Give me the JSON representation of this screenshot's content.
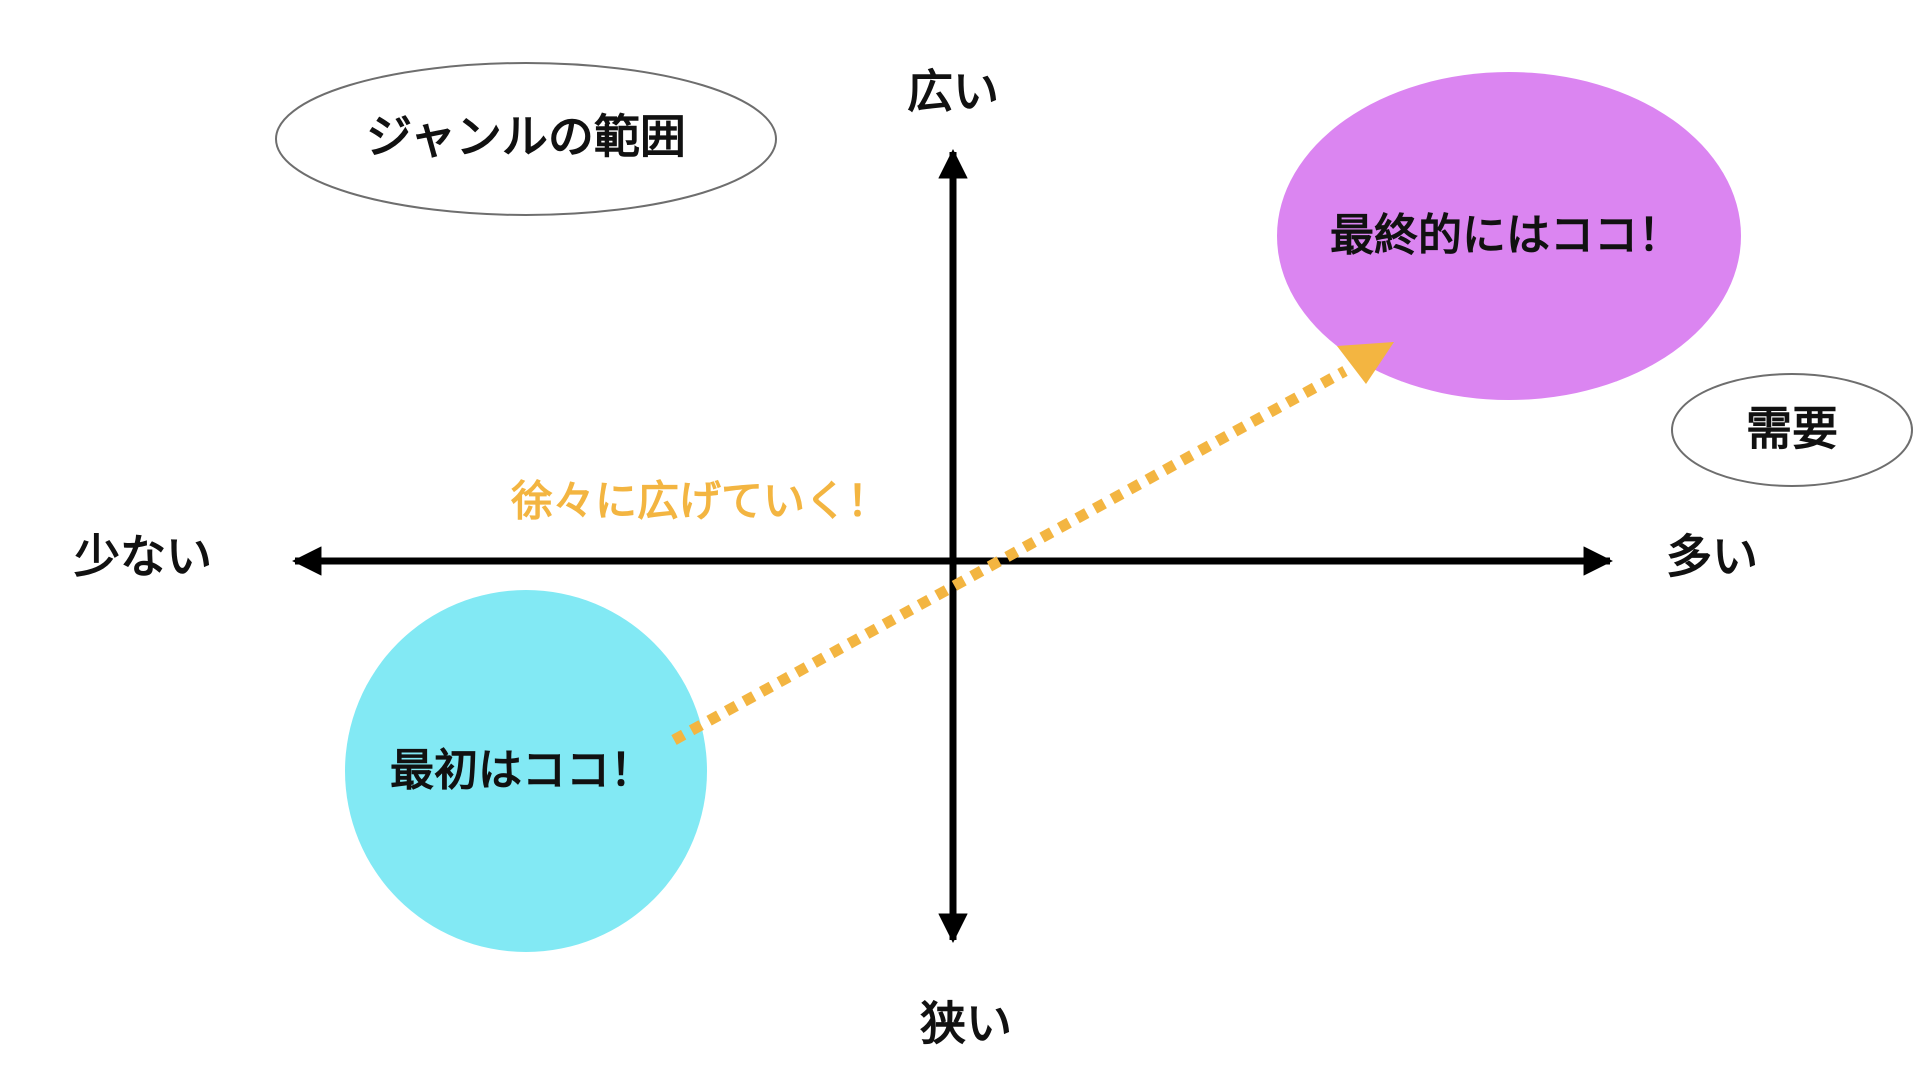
{
  "axes": {
    "vertical_top": "広い",
    "vertical_bottom": "狭い",
    "horizontal_left": "少ない",
    "horizontal_right": "多い"
  },
  "axis_titles": {
    "vertical": "ジャンルの範囲",
    "horizontal": "需要"
  },
  "bubbles": {
    "start": "最初はココ！",
    "goal": "最終的にはココ！"
  },
  "arrow_note": "徐々に広げていく！",
  "colors": {
    "axis": "#000000",
    "start_bubble": "#82e9f4",
    "goal_bubble": "#db85f1",
    "arrow": "#f3b541",
    "note": "#f3b541",
    "legend_outline": "#6e6e6e"
  }
}
